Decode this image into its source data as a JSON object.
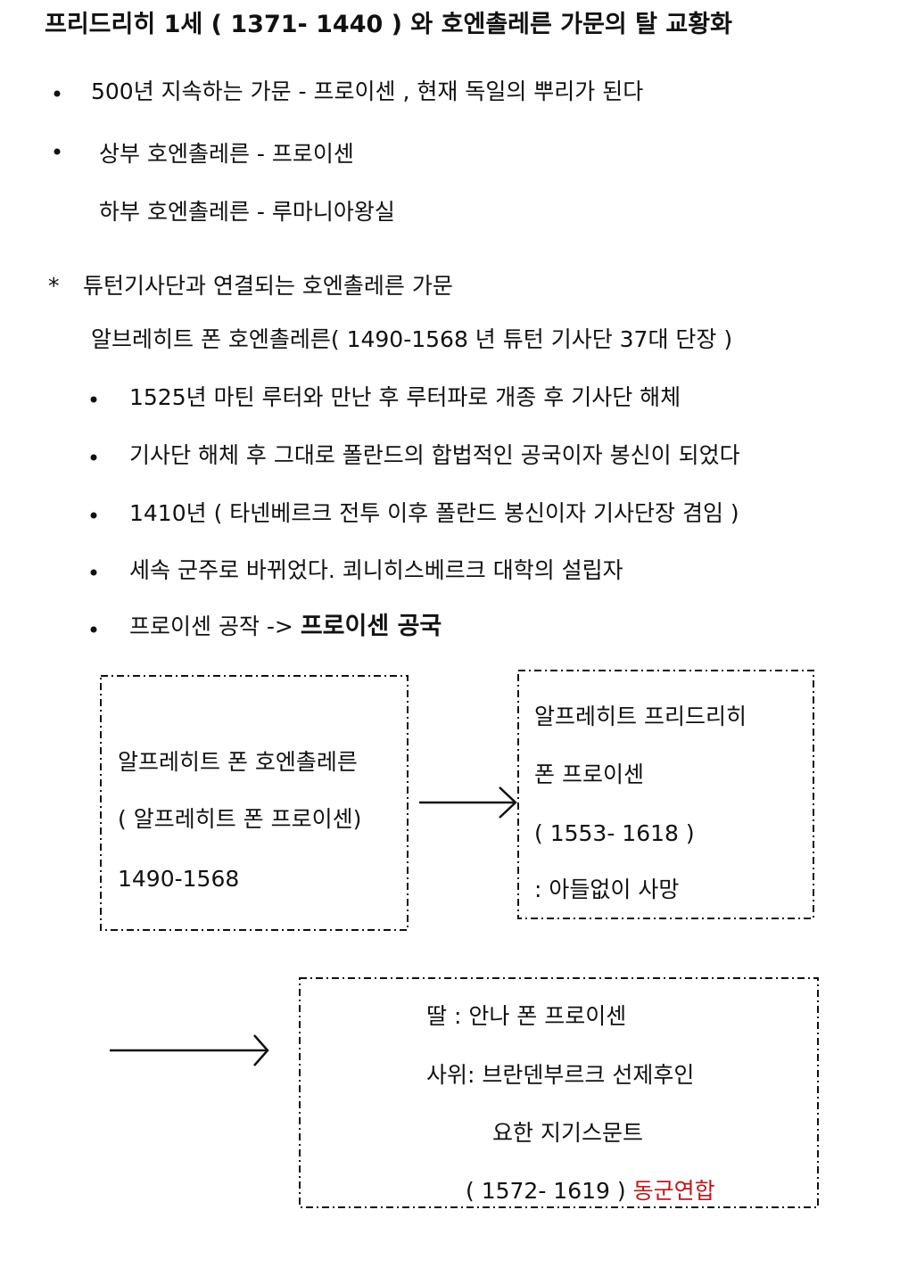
{
  "title": "프리드리히 1세 ( 1371- 1440 ) 와 호엔촐레른 가문의 탈 교황화",
  "section1": {
    "items": [
      "500년 지속하는 가문  - 프로이센 , 현재 독일의 뿌리가 된다",
      "상부 호엔촐레른 -  프로이센"
    ],
    "continuation": "하부 호엔촐레른  - 루마니아왕실"
  },
  "section2": {
    "marker": "*",
    "heading": "튜턴기사단과 연결되는 호엔촐레른 가문",
    "subheading": "알브레히트 폰 호엔촐레른( 1490-1568 년 튜턴 기사단 37대  단장 )",
    "items": [
      "1525년 마틴 루터와 만난 후 루터파로 개종  후 기사단 해체",
      "기사단 해체 후 그대로 폴란드의 합법적인 공국이자 봉신이 되었다",
      "1410년 ( 타넨베르크 전투 이후 폴란드 봉신이자 기사단장 겸임 )",
      "세속 군주로 바뀌었다. 쾨니히스베르크 대학의 설립자"
    ],
    "last_item_prefix": "프로이센 공작 ->",
    "last_item_bold": "프로이센 공국"
  },
  "diagram": {
    "box1": [
      "알프레히트 폰 호엔촐레른",
      "( 알프레히트 폰 프로이센)",
      "1490-1568"
    ],
    "box2": [
      "알프레히트 프리드리히",
      "폰 프로이센",
      "( 1553- 1618 )",
      ": 아들없이 사망"
    ],
    "box3": {
      "lines": [
        "딸 : 안나 폰 프로이센",
        "사위: 브란덴부르크 선제후인",
        "요한 지기스문트"
      ],
      "dates": "( 1572-  1619 )",
      "highlight": "동군연합"
    }
  },
  "colors": {
    "highlight": "#c0161b",
    "text": "#111111"
  }
}
